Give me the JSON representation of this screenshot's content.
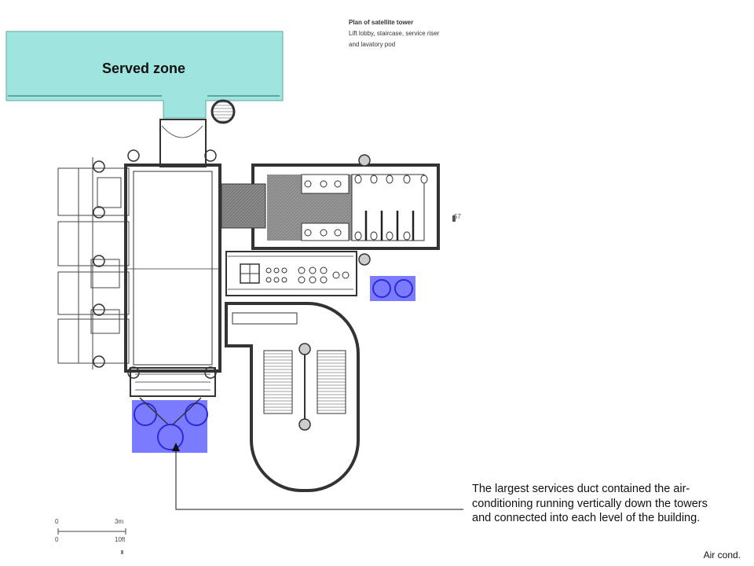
{
  "caption": {
    "title": "Plan of satellite tower",
    "line1": "Lift lobby, staircase, service riser",
    "line2": "and lavatory pod"
  },
  "served_zone": {
    "label": "Served zone",
    "fill": "#a0e4e0"
  },
  "description": "The largest services duct contained the air-conditioning running vertically down the towers and connected into each level of the building.",
  "corner_label": "Air cond.",
  "scale": {
    "m0": "0",
    "m3": "3m",
    "f0": "0",
    "f10": "10ft"
  },
  "page_mark": "57",
  "colors": {
    "duct_fill": "#7b7bff",
    "duct_stroke": "#2a2ad8",
    "hatch": "#555555",
    "line": "#333333"
  }
}
